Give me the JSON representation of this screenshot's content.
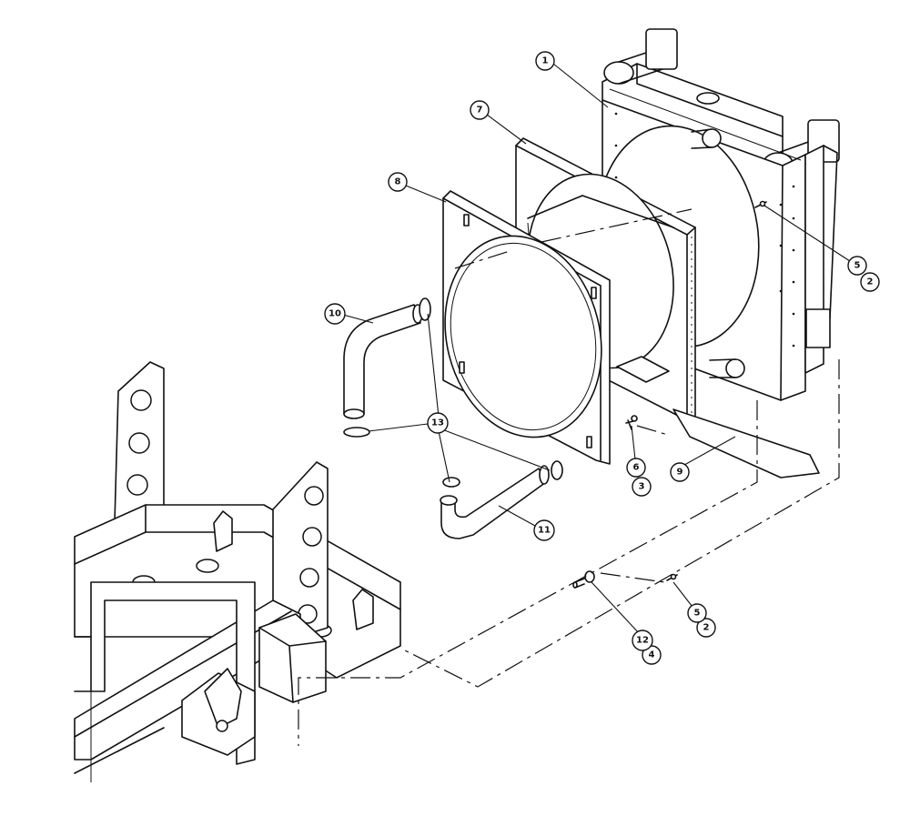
{
  "diagram": {
    "callouts": [
      {
        "id": "c1",
        "label": "1"
      },
      {
        "id": "c2a",
        "label": "2"
      },
      {
        "id": "c2b",
        "label": "2"
      },
      {
        "id": "c3",
        "label": "3"
      },
      {
        "id": "c4",
        "label": "4"
      },
      {
        "id": "c5a",
        "label": "5"
      },
      {
        "id": "c5b",
        "label": "5"
      },
      {
        "id": "c6",
        "label": "6"
      },
      {
        "id": "c7",
        "label": "7"
      },
      {
        "id": "c8",
        "label": "8"
      },
      {
        "id": "c9",
        "label": "9"
      },
      {
        "id": "c10",
        "label": "10"
      },
      {
        "id": "c11",
        "label": "11"
      },
      {
        "id": "c12",
        "label": "12"
      },
      {
        "id": "c13",
        "label": "13"
      }
    ]
  }
}
